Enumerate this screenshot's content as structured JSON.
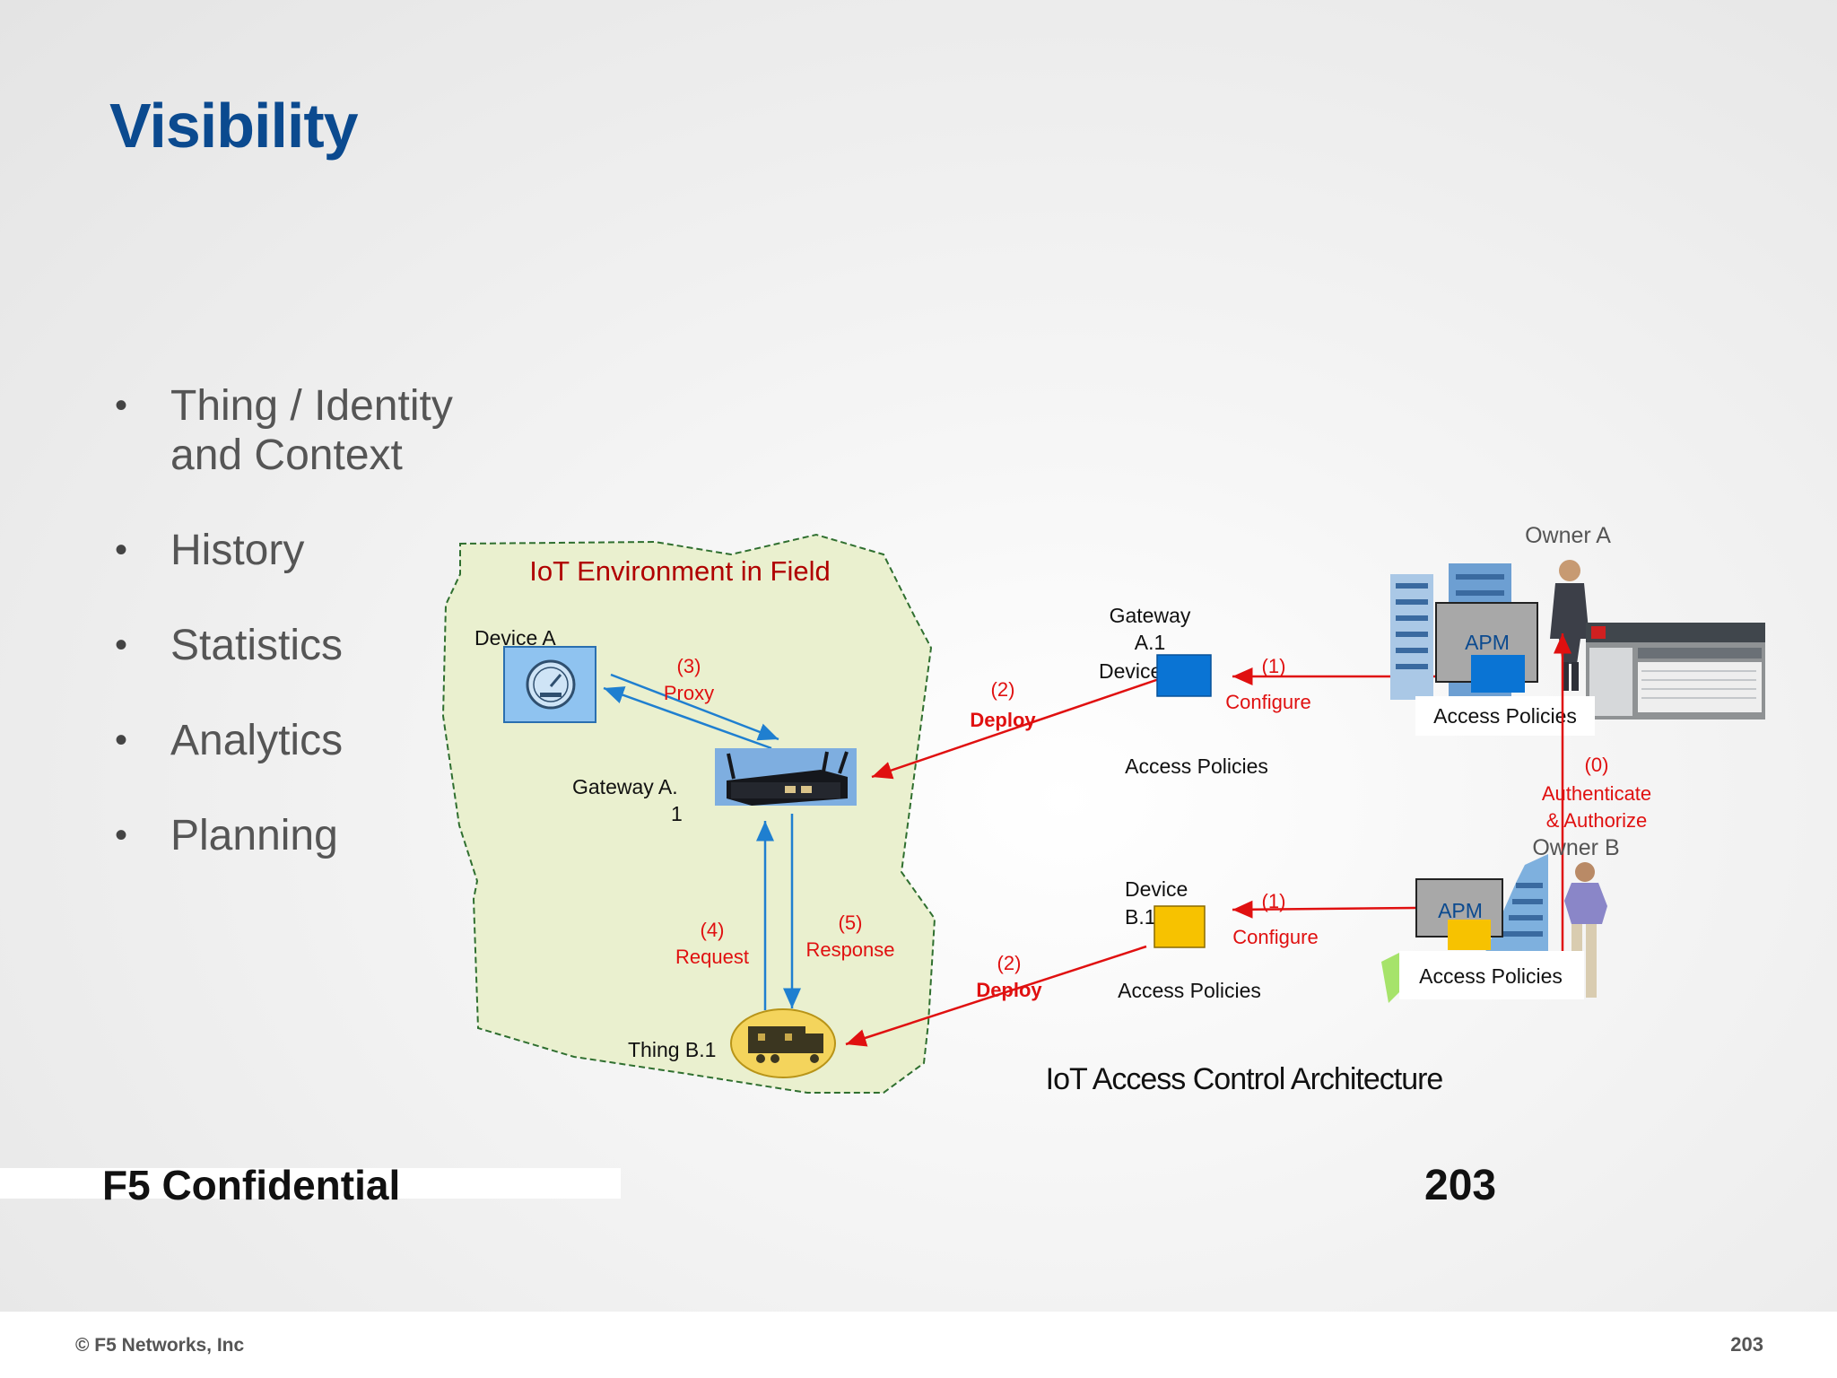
{
  "slide": {
    "title": "Visibility",
    "bullets": [
      "Thing / Identity and Context",
      "History",
      "Statistics",
      "Analytics",
      "Planning"
    ],
    "confidential": "F5 Confidential",
    "page_number": "203",
    "footer_copyright": "© F5 Networks, Inc",
    "footer_page": "203"
  },
  "diagram": {
    "caption": "IoT Access Control Architecture",
    "field_title": "IoT Environment in Field",
    "device_a": "Device  A",
    "gateway_a1_line1": "Gateway   A.",
    "gateway_a1_line2": "1",
    "thing_b1": "Thing B.1",
    "proxy_num": "(3)",
    "proxy": "Proxy",
    "request_num": "(4)",
    "request": "Request",
    "response_num": "(5)",
    "response": "Response",
    "deploy1_num": "(2)",
    "deploy1": "Deploy",
    "deploy2_num": "(2)",
    "deploy2": "Deploy",
    "cloud_gateway_line1": "Gateway",
    "cloud_gateway_line2": "A.1",
    "cloud_gateway_line3": "Device",
    "configure1_num": "(1)",
    "configure1": "Configure",
    "access_policies_a1": "Access Policies",
    "device_b1_line1": "Device",
    "device_b1_line2": "B.1",
    "configure2_num": "(1)",
    "configure2": "Configure",
    "access_policies_b1": "Access Policies",
    "owner_a": "Owner A",
    "owner_b": "Owner B",
    "apm_a": "APM",
    "apm_b": "APM",
    "access_policies_owner_a": "Access Policies",
    "access_policies_owner_b": "Access Policies",
    "auth_num": "(0)",
    "auth_line1": "Authenticate",
    "auth_line2": "& Authorize"
  },
  "colors": {
    "title_blue": "#0b4a8f",
    "field_red": "#b00000",
    "label_red": "#e01010",
    "arrow_blue": "#1f7fd0",
    "field_fill": "#eaf0cf",
    "device_blue": "#0a74d4",
    "device_yellow": "#f7c200"
  },
  "icons": [
    "gauge-icon",
    "router-icon",
    "truck-icon",
    "building-icon",
    "person-icon",
    "screenshot-thumbnail"
  ]
}
